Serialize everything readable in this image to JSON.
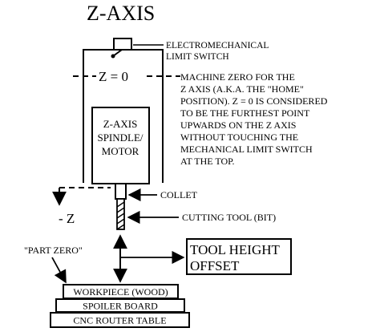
{
  "title": "Z-AXIS",
  "limit_switch": {
    "line1": "ELECTROMECHANICAL",
    "line2": "LIMIT SWITCH"
  },
  "z_zero_label": "Z = 0",
  "machine_zero_note": [
    "MACHINE ZERO FOR THE",
    "Z AXIS (A.K.A. THE \"HOME\"",
    "POSITION). Z = 0  IS CONSIDERED",
    "TO BE THE FURTHEST POINT",
    "UPWARDS ON THE Z AXIS",
    "WITHOUT TOUCHING THE",
    "MECHANICAL LIMIT SWITCH",
    "AT THE TOP."
  ],
  "spindle": {
    "line1": "Z-AXIS",
    "line2": "SPINDLE/",
    "line3": "MOTOR"
  },
  "collet_label": "COLLET",
  "cutting_tool_label": "CUTTING TOOL (BIT)",
  "neg_z_label": "- Z",
  "part_zero_label": "\"PART ZERO\"",
  "tool_height_offset": {
    "line1": "TOOL HEIGHT",
    "line2": "OFFSET"
  },
  "stack": {
    "workpiece": "WORKPIECE (WOOD)",
    "spoiler": "SPOILER BOARD",
    "table": "CNC ROUTER TABLE"
  }
}
